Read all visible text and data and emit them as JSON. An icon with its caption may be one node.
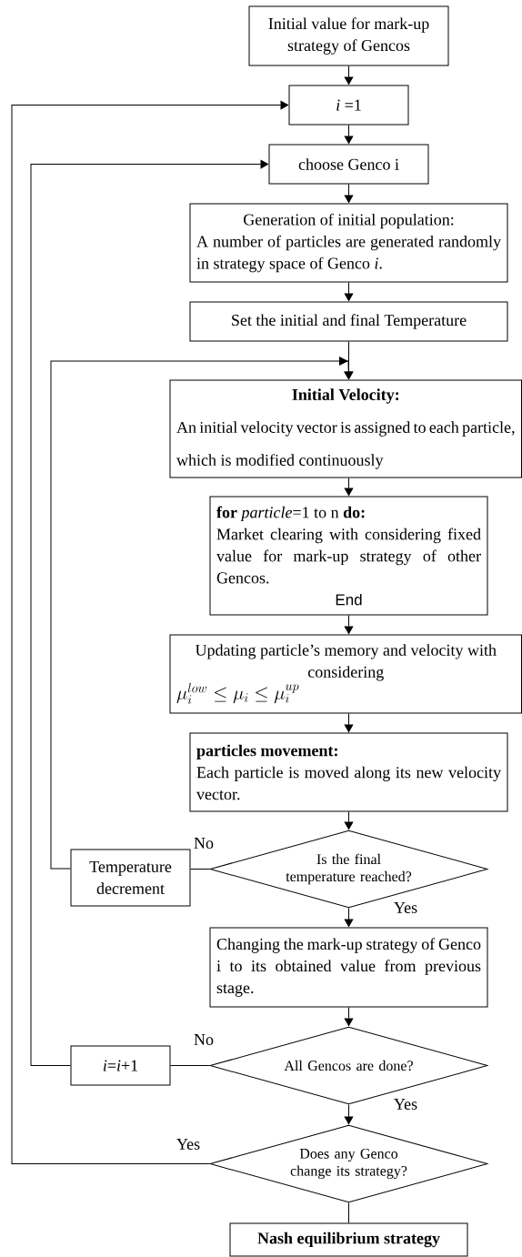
{
  "diagram": {
    "nodes": [
      {
        "text": [
          "Initial value for mark-up strategy of Gencos"
        ]
      },
      {
        "text": [
          "*i* =1"
        ]
      },
      {
        "text": [
          "choose Genco i"
        ]
      },
      {
        "text": [
          "Generation of initial population:",
          "A number of particles are generated randomly in strategy space of Genco *i*."
        ]
      },
      {
        "text": [
          "Set the initial and final Temperature"
        ]
      },
      {
        "text": [
          "Initial Velocity:",
          "An initial velocity vector is assigned to each particle, which is modified continuously"
        ]
      },
      {
        "text": [
          "**for** *particle*=1 to n **do:**",
          "Market clearing with considering fixed value for mark-up strategy of other Gencos.",
          "End"
        ]
      },
      {
        "text": [
          "Updating particle’s memory and velocity with considering",
          "\\mu_i^{low} \\le \\mu_i \\le \\mu_i^{up}"
        ]
      },
      {
        "text": [
          "particles movement:",
          "Each particle is moved along its new velocity vector."
        ]
      },
      {
        "text": [
          "Is the final temperature reached?"
        ]
      },
      {
        "text": [
          "Temperature decrement"
        ]
      },
      {
        "text": [
          "Changing the mark-up strategy of Genco i to its obtained value from previous stage."
        ]
      },
      {
        "text": [
          "All Gencos are done?"
        ]
      },
      {
        "text": [
          "*i*=*i*+1"
        ]
      },
      {
        "text": [
          "Does any Genco change its strategy?"
        ]
      },
      {
        "text": [
          "Nash equilibrium strategy"
        ]
      }
    ],
    "edges": [
      {
        "from": 0,
        "to": 1,
        "arrow": "to"
      },
      {
        "from": 1,
        "to": 2,
        "arrow": "to"
      },
      {
        "from": 2,
        "to": 3,
        "arrow": "to"
      },
      {
        "from": 3,
        "to": 4,
        "arrow": "to"
      },
      {
        "from": 4,
        "to": 5,
        "arrow": "to"
      },
      {
        "from": 5,
        "to": 6,
        "arrow": "to"
      },
      {
        "from": 6,
        "to": 7,
        "arrow": "to"
      },
      {
        "from": 7,
        "to": 8,
        "arrow": "to"
      },
      {
        "from": 8,
        "to": 9,
        "arrow": "to"
      },
      {
        "from": 9,
        "to": 10,
        "label": "No",
        "arrow": "none"
      },
      {
        "from": 10,
        "to": 5,
        "arrow": "to"
      },
      {
        "from": 9,
        "to": 11,
        "label": "Yes",
        "arrow": "to"
      },
      {
        "from": 11,
        "to": 12,
        "arrow": "to"
      },
      {
        "from": 12,
        "to": 13,
        "label": "No",
        "arrow": "none"
      },
      {
        "from": 13,
        "to": 2,
        "arrow": "to"
      },
      {
        "from": 12,
        "to": 14,
        "label": "Yes",
        "arrow": "to"
      },
      {
        "from": 14,
        "to": 1,
        "label": "Yes",
        "arrow": "to"
      },
      {
        "from": 14,
        "to": 15,
        "arrow": "none"
      }
    ]
  }
}
